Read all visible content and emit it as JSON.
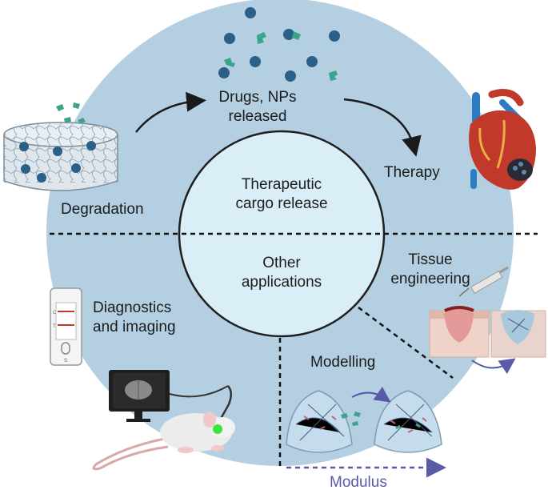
{
  "labels": {
    "drugs_line1": "Drugs, NPs",
    "drugs_line2": "released",
    "therapy": "Therapy",
    "degradation": "Degradation",
    "center_top_line1": "Therapeutic",
    "center_top_line2": "cargo release",
    "center_bottom_line1": "Other",
    "center_bottom_line2": "applications",
    "tissue_line1": "Tissue",
    "tissue_line2": "engineering",
    "diagnostics_line1": "Diagnostics",
    "diagnostics_line2": "and imaging",
    "modelling": "Modelling",
    "modulus": "Modulus"
  },
  "test_strip": {
    "c_mark": "C",
    "t_mark": "T",
    "s_mark": "S"
  },
  "icons": [
    "hydrogel-cylinder-icon",
    "heart-icon",
    "test-strip-icon",
    "monitor-icon",
    "mouse-icon",
    "syringe-icon",
    "skin-wound-icon",
    "dome-hydrogel-icon"
  ],
  "colors": {
    "outer_circle": "#b3cfe1",
    "inner_circle": "#daeef8",
    "nanoparticle": "#2a5f88",
    "drug": "#3aa58a",
    "arrow": "#1a1a1a",
    "modulus_arrow": "#5a5aa8",
    "heart_red": "#c0392b",
    "vessel_blue": "#2d7bc0"
  }
}
